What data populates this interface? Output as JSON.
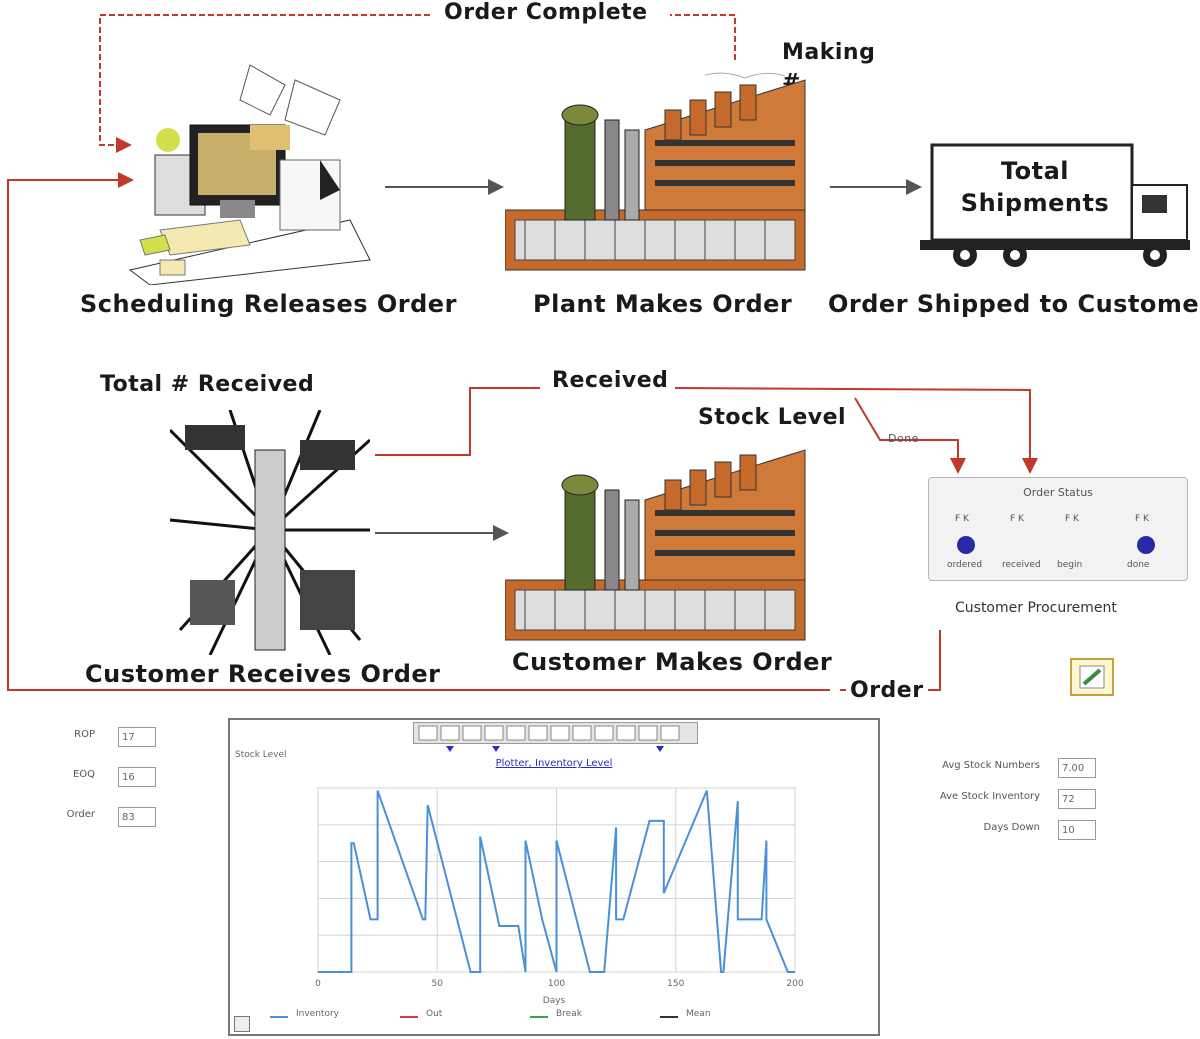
{
  "diagram": {
    "order_complete": "Order Complete",
    "making": "Making\n#",
    "scheduling_label": "Scheduling Releases Order",
    "plant_label": "Plant Makes Order",
    "shipped_label": "Order Shipped to Customer",
    "truck_text": "Total\nShipments",
    "total_received": "Total # Received",
    "received": "Received",
    "stock_level": "Stock Level",
    "done": "Done",
    "customer_receives_label": "Customer Receives Order",
    "customer_makes_label": "Customer Makes Order",
    "order": "Order",
    "procurement_label": "Customer Procurement"
  },
  "procurement_panel": {
    "title": "Order Status",
    "leds": [
      {
        "top": "F  K",
        "label": "ordered",
        "on": true
      },
      {
        "top": "F  K",
        "label": "received",
        "on": false
      },
      {
        "top": "F  K",
        "label": "begin",
        "on": false
      },
      {
        "top": "F  K",
        "label": "done",
        "on": true
      }
    ]
  },
  "left_fields": [
    {
      "label": "ROP",
      "value": "17"
    },
    {
      "label": "EOQ",
      "value": "16"
    },
    {
      "label": "Order",
      "value": "83"
    }
  ],
  "right_fields": [
    {
      "label": "Avg Stock Numbers",
      "value": "7.00"
    },
    {
      "label": "Ave Stock Inventory",
      "value": "72"
    },
    {
      "label": "Days Down",
      "value": "10"
    }
  ],
  "graph": {
    "corner_label": "Stock Level",
    "title": "Plotter, Inventory Level",
    "x_label": "Days",
    "legend": [
      {
        "name": "Inventory",
        "color": "#4a90d9"
      },
      {
        "name": "Out",
        "color": "#d04040"
      },
      {
        "name": "Break",
        "color": "#40a040"
      },
      {
        "name": "Mean",
        "color": "#333333"
      }
    ]
  },
  "colors": {
    "flow_line": "#c0392b",
    "arrow": "#555555",
    "series": "#4a90d9"
  },
  "chart_data": {
    "type": "line",
    "title": "Plotter, Inventory Level",
    "xlabel": "Days",
    "ylabel": "Stock Level",
    "xlim": [
      0,
      200
    ],
    "ylim": [
      0,
      140
    ],
    "x_ticks": [
      "0",
      "50",
      "100",
      "150",
      "200"
    ],
    "y_ticks": [
      "",
      "",
      "",
      "",
      "",
      ""
    ],
    "grid": true,
    "legend_position": "bottom",
    "series": [
      {
        "name": "Inventory",
        "x": [
          0,
          14,
          14,
          15,
          22,
          25,
          25,
          44,
          45,
          46,
          64,
          68,
          68,
          76,
          84,
          87,
          87,
          94,
          100,
          100,
          114,
          120,
          125,
          125,
          128,
          139,
          145,
          145,
          163,
          169,
          170,
          176,
          176,
          186,
          188,
          188,
          197,
          200
        ],
        "x_note": "",
        "y": [
          0,
          0,
          98,
          98,
          40,
          40,
          138,
          40,
          40,
          127,
          0,
          0,
          103,
          35,
          35,
          0,
          100,
          40,
          0,
          100,
          0,
          0,
          110,
          40,
          40,
          115,
          115,
          60,
          138,
          0,
          0,
          130,
          40,
          40,
          100,
          40,
          0,
          0
        ]
      }
    ]
  }
}
